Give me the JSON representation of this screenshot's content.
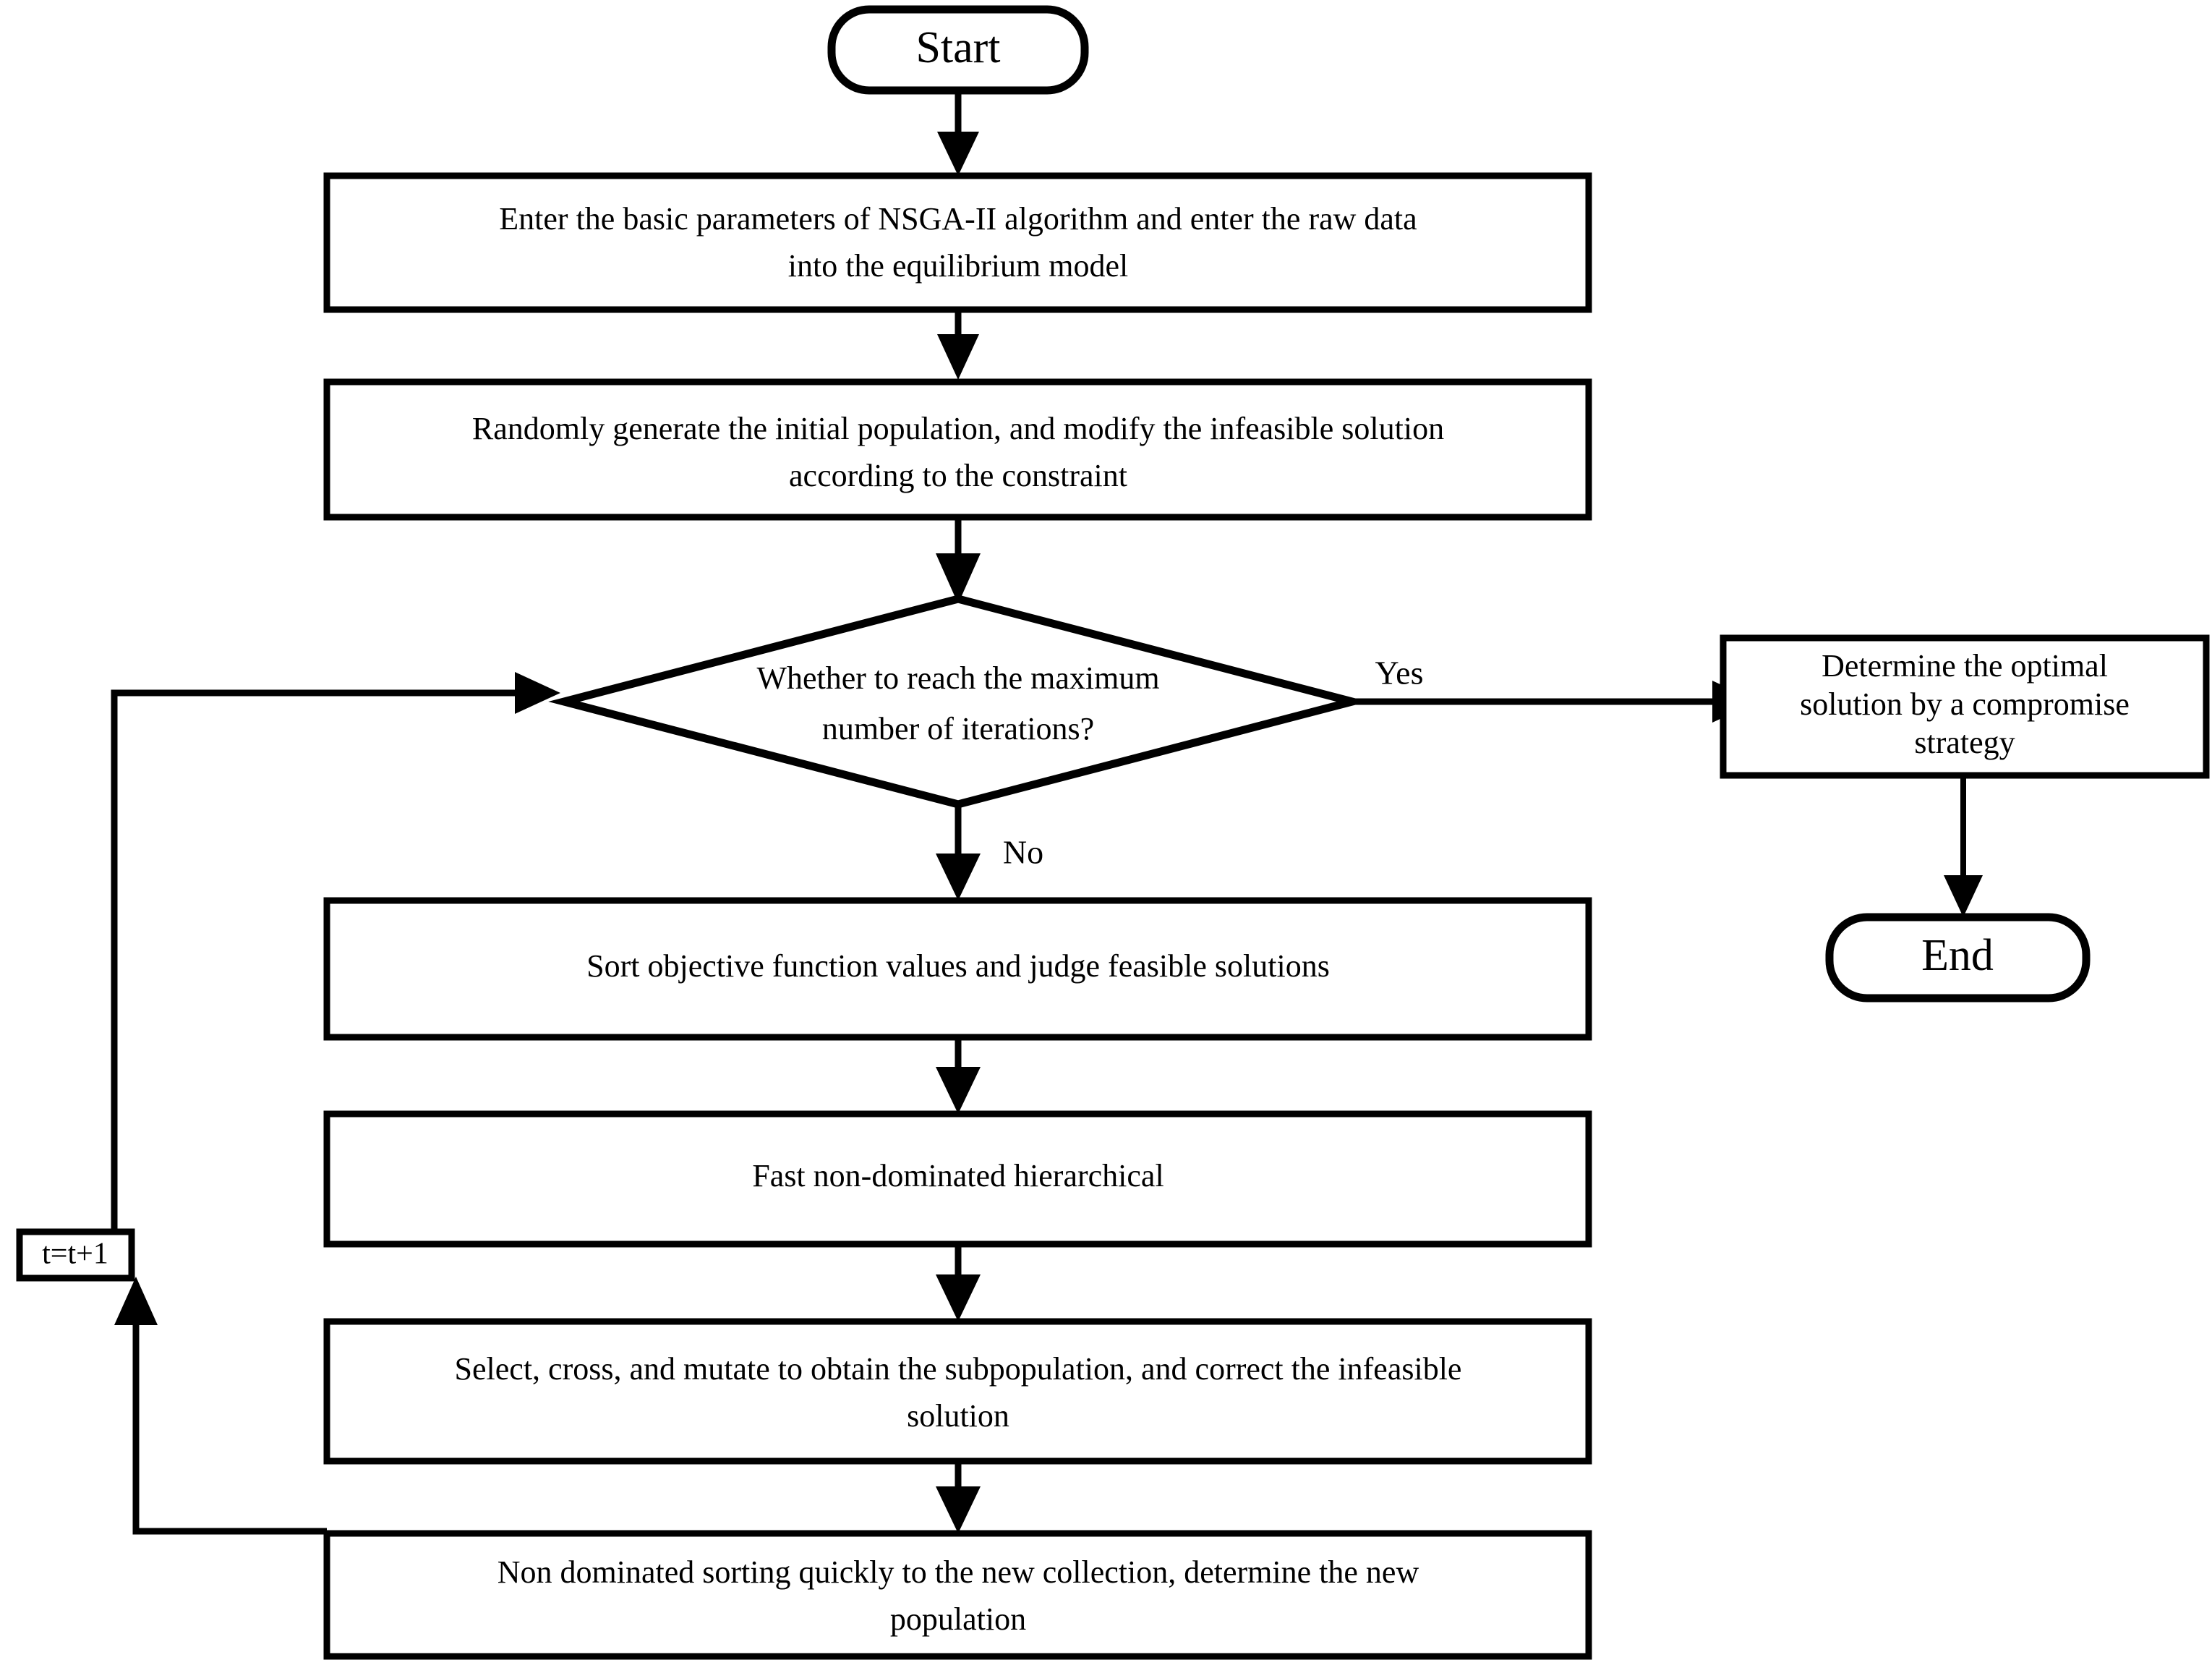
{
  "diagram": {
    "title": "NSGA-II algorithm flowchart",
    "colors": {
      "stroke": "#000000",
      "fill": "#ffffff",
      "text": "#000000"
    },
    "nodes": {
      "start": {
        "label": "Start",
        "shape": "terminator"
      },
      "enter_params": {
        "line1": "Enter the basic parameters of NSGA-II  algorithm  and enter the raw data",
        "line2": "into the equilibrium model",
        "shape": "process"
      },
      "init_population": {
        "line1": "Randomly generate the initial population, and modify the infeasible solution",
        "line2": "according to the constraint",
        "shape": "process"
      },
      "decision": {
        "line1": "Whether to reach the maximum",
        "line2": "number of iterations?",
        "shape": "decision"
      },
      "compromise": {
        "line1": "Determine the optimal",
        "line2": "solution by a compromise",
        "line3": "strategy",
        "shape": "process"
      },
      "end": {
        "label": "End",
        "shape": "terminator"
      },
      "sort_objective": {
        "line1": "Sort objective function values and judge feasible solutions",
        "shape": "process"
      },
      "fast_nondominated": {
        "line1": "Fast non-dominated hierarchical",
        "shape": "process"
      },
      "select_cross_mutate": {
        "line1": "Select, cross, and mutate to obtain the subpopulation, and correct the infeasible",
        "line2": "solution",
        "shape": "process"
      },
      "new_population": {
        "line1": "Non dominated sorting quickly to the new collection, determine the new",
        "line2": "population",
        "shape": "process"
      },
      "counter": {
        "label": "t=t+1",
        "shape": "process"
      }
    },
    "edge_labels": {
      "yes": "Yes",
      "no": "No"
    },
    "edges": [
      {
        "from": "start",
        "to": "enter_params",
        "label": ""
      },
      {
        "from": "enter_params",
        "to": "init_population",
        "label": ""
      },
      {
        "from": "init_population",
        "to": "decision",
        "label": ""
      },
      {
        "from": "decision",
        "to": "compromise",
        "label": "Yes"
      },
      {
        "from": "compromise",
        "to": "end",
        "label": ""
      },
      {
        "from": "decision",
        "to": "sort_objective",
        "label": "No"
      },
      {
        "from": "sort_objective",
        "to": "fast_nondominated",
        "label": ""
      },
      {
        "from": "fast_nondominated",
        "to": "select_cross_mutate",
        "label": ""
      },
      {
        "from": "select_cross_mutate",
        "to": "new_population",
        "label": ""
      },
      {
        "from": "new_population",
        "to": "counter",
        "label": ""
      },
      {
        "from": "counter",
        "to": "decision",
        "label": ""
      }
    ]
  }
}
